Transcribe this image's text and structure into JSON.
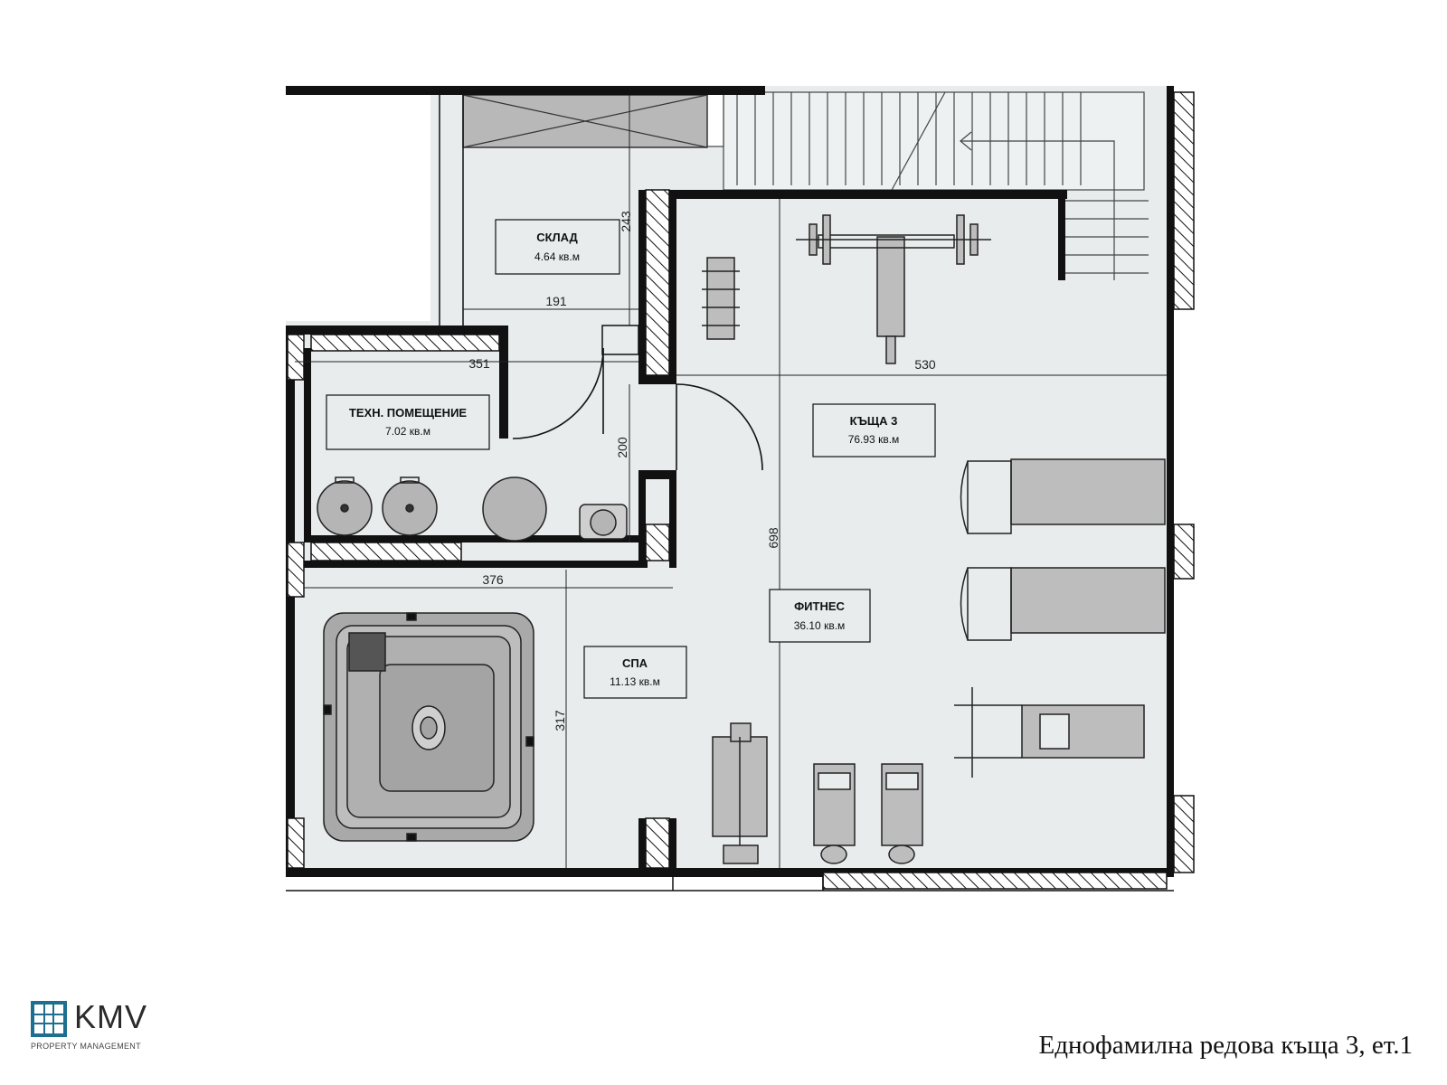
{
  "rooms": {
    "storage": {
      "name": "СКЛАД",
      "area": "4.64 кв.м"
    },
    "tech": {
      "name": "ТЕХН. ПОМЕЩЕНИЕ",
      "area": "7.02 кв.м"
    },
    "house": {
      "name": "КЪЩА 3",
      "area": "76.93 кв.м"
    },
    "fitness": {
      "name": "ФИТНЕС",
      "area": "36.10 кв.м"
    },
    "spa": {
      "name": "СПА",
      "area": "11.13 кв.м"
    }
  },
  "dimensions": {
    "d243": "243",
    "d191": "191",
    "d351": "351",
    "d530": "530",
    "d200": "200",
    "d698": "698",
    "d376": "376",
    "d317": "317"
  },
  "branding": {
    "logo_text": "KMV",
    "logo_subtitle": "PROPERTY MANAGEMENT",
    "logo_color": "#1d6e8f"
  },
  "caption": "Еднофамилна редова къща 3, ет.1",
  "colors": {
    "floor": "#e8ecec",
    "wall": "#111111",
    "fixture": "#9a9a9a"
  }
}
